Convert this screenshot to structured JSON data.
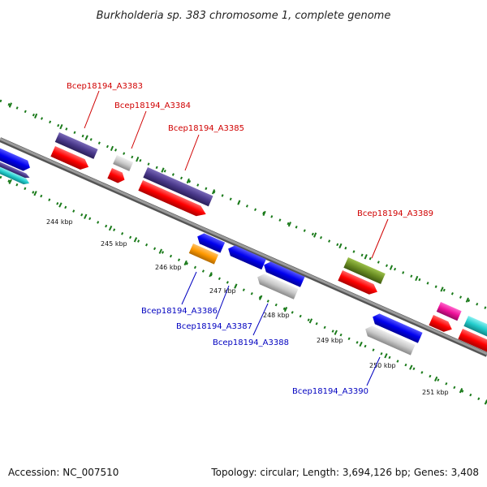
{
  "title": "Burkholderia sp. 383 chromosome 1, complete genome",
  "footer": {
    "accession": "Accession: NC_007510",
    "topology": "Topology: circular; Length: 3,694,126 bp; Genes: 3,408"
  },
  "ticks": [
    "244 kbp",
    "245 kbp",
    "246 kbp",
    "247 kbp",
    "248 kbp",
    "249 kbp",
    "250 kbp",
    "251 kbp"
  ],
  "genes": [
    {
      "id": "Bcep18194_A3383",
      "strand": "forward",
      "color": "#d00000"
    },
    {
      "id": "Bcep18194_A3384",
      "strand": "forward",
      "color": "#d00000"
    },
    {
      "id": "Bcep18194_A3385",
      "strand": "forward",
      "color": "#d00000"
    },
    {
      "id": "Bcep18194_A3389",
      "strand": "forward",
      "color": "#d00000"
    },
    {
      "id": "Bcep18194_A3386",
      "strand": "reverse",
      "color": "#0000c0"
    },
    {
      "id": "Bcep18194_A3387",
      "strand": "reverse",
      "color": "#0000c0"
    },
    {
      "id": "Bcep18194_A3388",
      "strand": "reverse",
      "color": "#0000c0"
    },
    {
      "id": "Bcep18194_A3390",
      "strand": "reverse",
      "color": "#0000c0"
    }
  ],
  "colors": {
    "red": "#ff0000",
    "purple": "#4b3a8c",
    "blue": "#0000ee",
    "gray": "#c8c8c8",
    "orange": "#ff9900",
    "olive": "#6b8e23",
    "magenta": "#ee1199",
    "cyan": "#22cccc",
    "backbone": "#888888",
    "tick": "#1a7a1a"
  }
}
